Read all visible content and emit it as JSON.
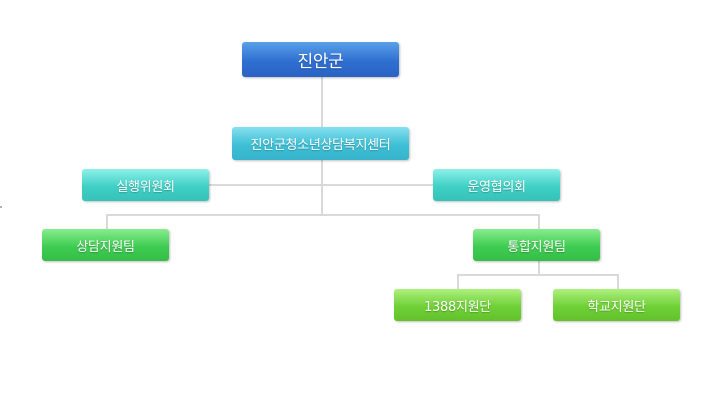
{
  "org_chart": {
    "root": "진안군",
    "center": "진안군청소년상담복지센터",
    "left_committee": "실행위원회",
    "right_committee": "운영협의회",
    "team_left": "상담지원팀",
    "team_right": "통합지원팀",
    "unit_1": "1388지원단",
    "unit_2": "학교지원단"
  },
  "colors": {
    "line": "#d9d9d9",
    "root_box": "#2f6fd0",
    "center_box": "#3dbfd6",
    "committee_box": "#3fd0c6",
    "team_box": "#3fcc52",
    "unit_box": "#6fd036"
  }
}
